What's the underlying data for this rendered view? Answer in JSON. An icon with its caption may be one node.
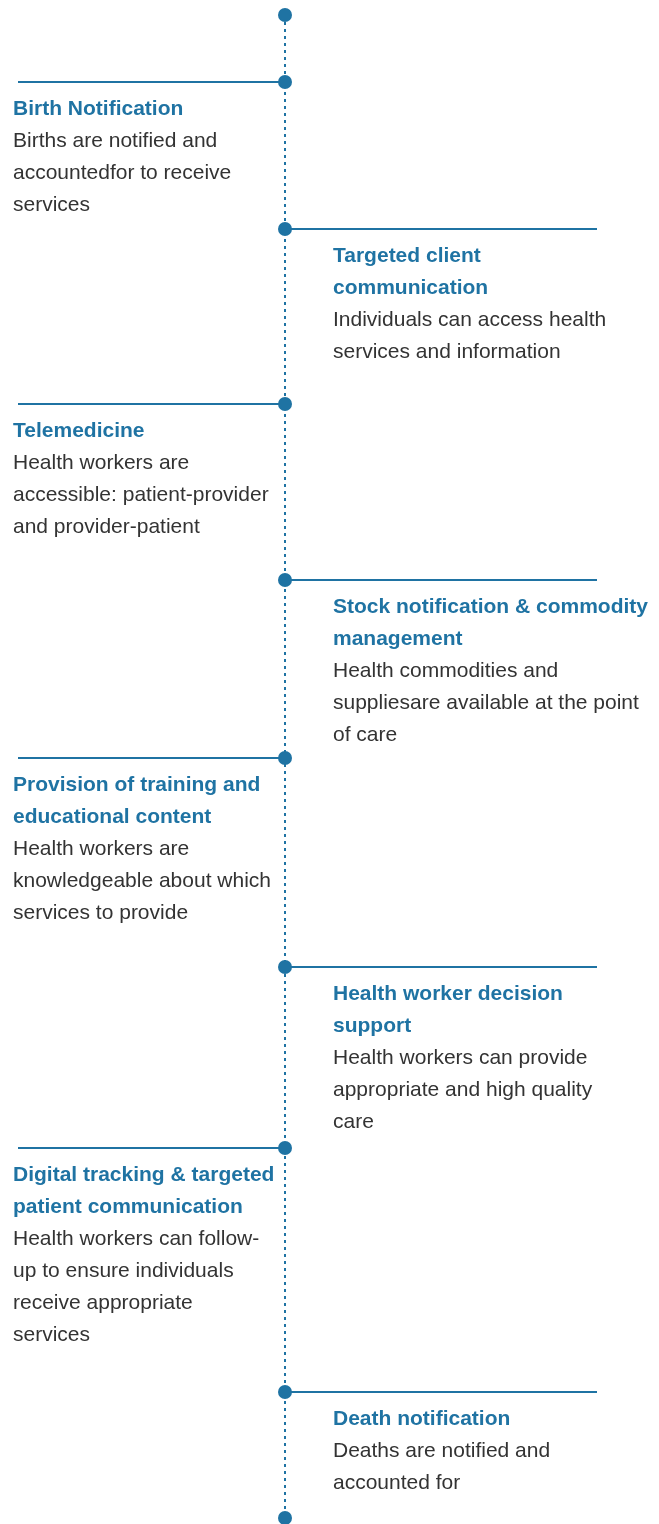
{
  "diagram": {
    "nodes": [
      {
        "text": [
          "Birth Notification",
          "Births are notified and accountedfor to receive services"
        ]
      },
      {
        "text": [
          "Targeted client communication",
          "Individuals can access health services and information"
        ]
      },
      {
        "text": [
          "Telemedicine",
          "Health workers are accessible: patient-provider and provider-patient"
        ]
      },
      {
        "text": [
          "Stock notification & commodity management",
          "Health commodities and suppliesare available at the point of care"
        ]
      },
      {
        "text": [
          "Provision of training and educational content",
          "Health workers are knowledgeable about which services to provide"
        ]
      },
      {
        "text": [
          "Health worker decision support",
          "Health workers can provide appropriate and high quality care"
        ]
      },
      {
        "text": [
          "Digital tracking & targeted patient communication",
          "Health workers can follow-up to ensure individuals receive appropriate services"
        ]
      },
      {
        "text": [
          "Death notification",
          "Deaths are notified and accounted for"
        ]
      }
    ]
  }
}
